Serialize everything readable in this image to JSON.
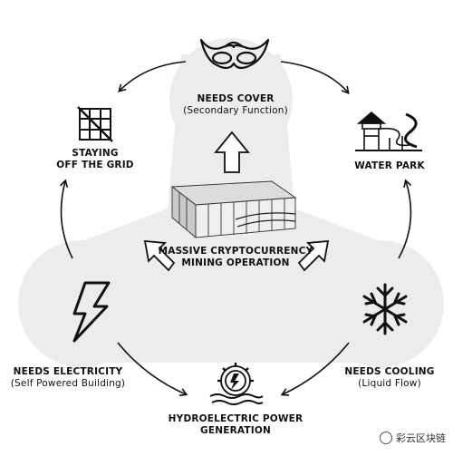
{
  "diagram": {
    "center": {
      "line1": "MASSIVE CRYPTOCURRENCY",
      "line2": "MINING OPERATION",
      "icon": "server-racks-icon"
    },
    "needs_cover": {
      "title": "NEEDS COVER",
      "subtitle": "(Secondary Function)",
      "icon": "mask-icon"
    },
    "off_grid": {
      "line1": "STAYING",
      "line2": "OFF THE GRID",
      "icon": "crossed-grid-icon"
    },
    "water_park": {
      "title": "WATER PARK",
      "icon": "water-slide-icon"
    },
    "needs_electricity": {
      "title": "NEEDS ELECTRICITY",
      "subtitle": "(Self Powered Building)",
      "icon": "lightning-icon"
    },
    "needs_cooling": {
      "title": "NEEDS COOLING",
      "subtitle": "(Liquid Flow)",
      "icon": "snowflake-icon"
    },
    "hydro": {
      "line1": "HYDROELECTRIC POWER",
      "line2": "GENERATION",
      "icon": "water-wheel-icon"
    },
    "watermark": "彩云区块链",
    "colors": {
      "blob": "#ececec",
      "line": "#111111"
    }
  }
}
